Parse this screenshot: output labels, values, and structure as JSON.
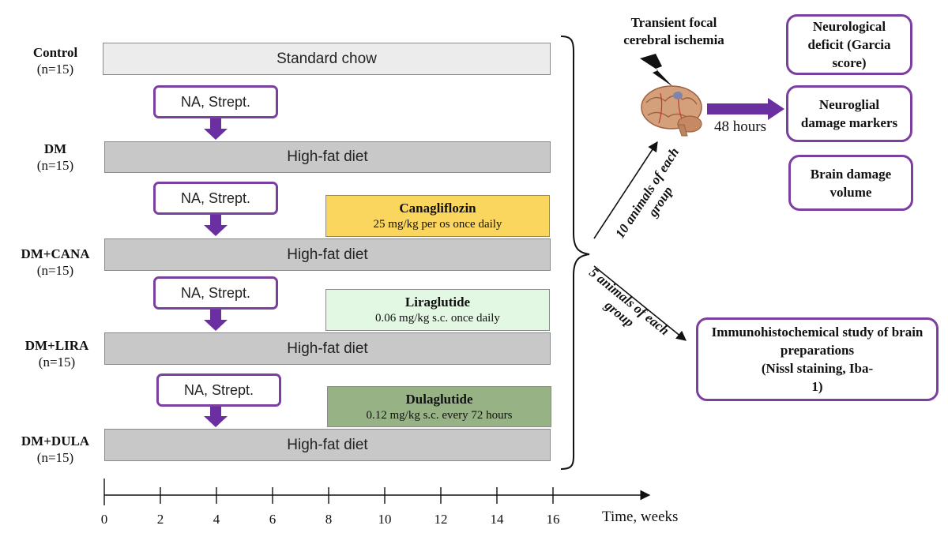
{
  "groups": [
    {
      "name": "Control",
      "n": "(n=15)",
      "diet": "Standard chow"
    },
    {
      "name": "DM",
      "n": "(n=15)",
      "diet": "High-fat diet"
    },
    {
      "name": "DM+CANA",
      "n": "(n=15)",
      "diet": "High-fat diet"
    },
    {
      "name": "DM+LIRA",
      "n": "(n=15)",
      "diet": "High-fat diet"
    },
    {
      "name": "DM+DULA",
      "n": "(n=15)",
      "diet": "High-fat diet"
    }
  ],
  "induction_label": "NA, Strept.",
  "drugs": [
    {
      "name": "Canagliflozin",
      "dose": "25 mg/kg per os once daily",
      "color": "#fbd65e"
    },
    {
      "name": "Liraglutide",
      "dose": "0.06 mg/kg s.c. once daily",
      "color": "#e3f8e3"
    },
    {
      "name": "Dulaglutide",
      "dose": "0.12 mg/kg s.c. every 72 hours",
      "color": "#97b386"
    }
  ],
  "axis": {
    "ticks": [
      "0",
      "2",
      "4",
      "6",
      "8",
      "10",
      "12",
      "14",
      "16"
    ],
    "label": "Time, weeks"
  },
  "ischemia_label": "Transient focal cerebral ischemia",
  "duration_label": "48 hours",
  "branch_upper": "10 animals of each group",
  "branch_lower": "5 animals of each group",
  "outcomes": [
    "Neurological deficit (Garcia score)",
    "Neuroglial damage markers",
    "Brain damage volume"
  ],
  "immuno_title": "Immunohistochemical study of brain preparations",
  "immuno_detail": "(Nissl staining, Iba-1)",
  "colors": {
    "purple": "#7b3fa0",
    "arrow": "#6a2fa0"
  }
}
